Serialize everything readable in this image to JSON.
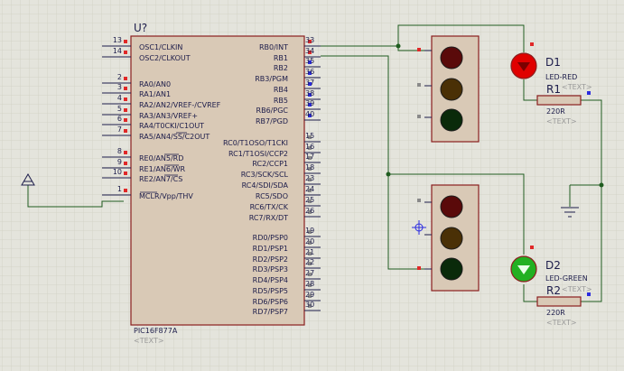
{
  "mcu": {
    "ref": "U?",
    "part": "PIC16F877A",
    "text_placeholder": "<TEXT>",
    "left_pins": [
      {
        "num": "13",
        "label": "OSC1/CLKIN"
      },
      {
        "num": "14",
        "label": "OSC2/CLKOUT"
      },
      {
        "num": "2",
        "label": "RA0/AN0"
      },
      {
        "num": "3",
        "label": "RA1/AN1"
      },
      {
        "num": "4",
        "label": "RA2/AN2/VREF-/CVREF"
      },
      {
        "num": "5",
        "label": "RA3/AN3/VREF+"
      },
      {
        "num": "6",
        "label": "RA4/T0CKI/C1OUT"
      },
      {
        "num": "7",
        "label": "RA5/AN4/SS/C2OUT"
      },
      {
        "num": "8",
        "label": "RE0/AN5/RD"
      },
      {
        "num": "9",
        "label": "RE1/AN6/WR"
      },
      {
        "num": "10",
        "label": "RE2/AN7/CS"
      },
      {
        "num": "1",
        "label": "MCLR/Vpp/THV"
      }
    ],
    "right_pins": [
      {
        "num": "33",
        "label": "RB0/INT"
      },
      {
        "num": "34",
        "label": "RB1"
      },
      {
        "num": "35",
        "label": "RB2"
      },
      {
        "num": "36",
        "label": "RB3/PGM"
      },
      {
        "num": "37",
        "label": "RB4"
      },
      {
        "num": "38",
        "label": "RB5"
      },
      {
        "num": "39",
        "label": "RB6/PGC"
      },
      {
        "num": "40",
        "label": "RB7/PGD"
      },
      {
        "num": "15",
        "label": "RC0/T1OSO/T1CKI"
      },
      {
        "num": "16",
        "label": "RC1/T1OSI/CCP2"
      },
      {
        "num": "17",
        "label": "RC2/CCP1"
      },
      {
        "num": "18",
        "label": "RC3/SCK/SCL"
      },
      {
        "num": "23",
        "label": "RC4/SDI/SDA"
      },
      {
        "num": "24",
        "label": "RC5/SDO"
      },
      {
        "num": "25",
        "label": "RC6/TX/CK"
      },
      {
        "num": "26",
        "label": "RC7/RX/DT"
      },
      {
        "num": "19",
        "label": "RD0/PSP0"
      },
      {
        "num": "20",
        "label": "RD1/PSP1"
      },
      {
        "num": "21",
        "label": "RD2/PSP2"
      },
      {
        "num": "22",
        "label": "RD3/PSP3"
      },
      {
        "num": "27",
        "label": "RD4/PSP4"
      },
      {
        "num": "28",
        "label": "RD5/PSP5"
      },
      {
        "num": "29",
        "label": "RD6/PSP6"
      },
      {
        "num": "30",
        "label": "RD7/PSP7"
      }
    ]
  },
  "d1": {
    "ref": "D1",
    "value": "LED-RED",
    "text": "<TEXT>"
  },
  "d2": {
    "ref": "D2",
    "value": "LED-GREEN",
    "text": "<TEXT>"
  },
  "r1": {
    "ref": "R1",
    "value": "220R",
    "text": "<TEXT>"
  },
  "r2": {
    "ref": "R2",
    "value": "220R",
    "text": "<TEXT>"
  },
  "colors": {
    "background": "#e4e4dc",
    "grid": "#d2d2c6",
    "wire": "#1f5c1f",
    "component_outline": "#8a1f1f",
    "ic_fill": "#d9c9b6",
    "text": "#1c1c4a",
    "placeholder_text": "#9a9a9a",
    "pin_red": "#e02828",
    "pin_blue": "#2b2be0",
    "pin_gray": "#8a8a8a",
    "led_red": "#e00000",
    "led_green": "#22b022",
    "lamp_red_off": "#5a0a0a",
    "lamp_yellow_off": "#4a3006",
    "lamp_green_off": "#0a2a0a"
  }
}
